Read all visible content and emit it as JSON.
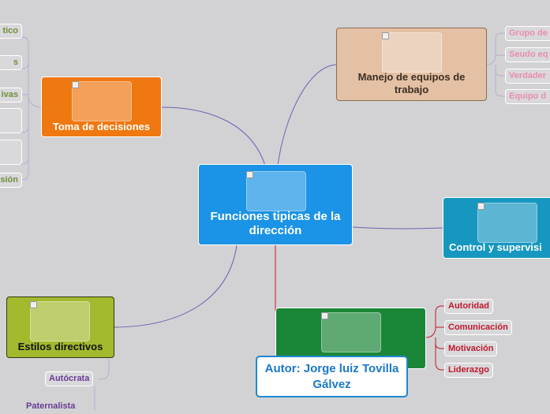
{
  "central": {
    "title": "Funciones tipicas de la dirección",
    "color": "#1b93e6"
  },
  "branches": {
    "toma": {
      "title": "Toma de decisiones",
      "color": "#f07811",
      "leaves": [
        "tico",
        "s",
        "ivas",
        "",
        "",
        "sión"
      ],
      "leaf_color": "#6e8f38"
    },
    "manejo": {
      "title": "Manejo de equipos de trabajo",
      "color": "#e4c1a4",
      "leaves": [
        "Grupo de",
        "Seudo eq",
        "Verdader",
        "Equipo d"
      ],
      "leaf_color": "#e98cb1"
    },
    "control": {
      "title": "Control y supervisi",
      "color": "#1697c0"
    },
    "estilos": {
      "title": "Estilos directivos",
      "color": "#a3b92e",
      "leaves": [
        "Autócrata",
        "Paternalista"
      ],
      "leaf_color": "#6a3b93"
    },
    "green": {
      "title": "",
      "color": "#1a8637",
      "leaves": [
        "Autoridad",
        "Comunicación",
        "Motivación",
        "Liderazgo"
      ],
      "leaf_color": "#c0182c"
    }
  },
  "author": {
    "text": "Autor: Jorge luiz Tovilla Gálvez"
  }
}
